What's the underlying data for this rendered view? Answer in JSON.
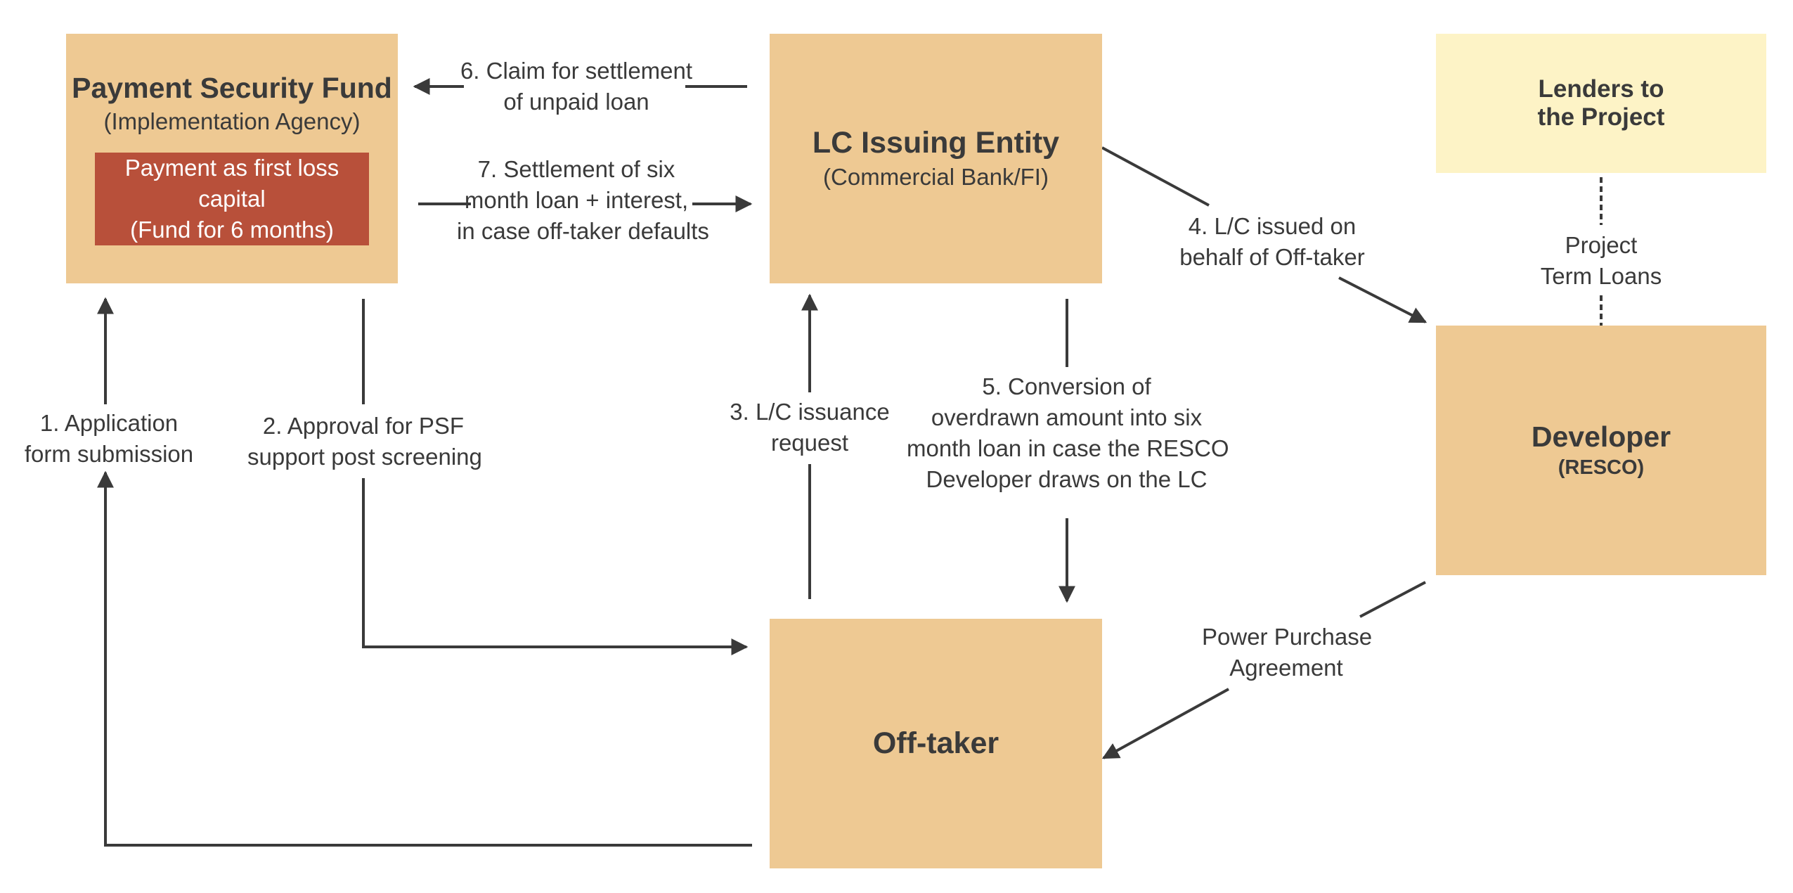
{
  "colors": {
    "box_fill": "#eec993",
    "lender_fill": "#fdf3c6",
    "inner_fill": "#b8503a",
    "arrow": "#3a3a3a",
    "text": "#3a3a3a"
  },
  "boxes": {
    "psf": {
      "title": "Payment Security Fund",
      "subtitle": "(Implementation Agency)",
      "inner_line1": "Payment as first loss capital",
      "inner_line2": "(Fund for 6 months)"
    },
    "lc_entity": {
      "title": "LC Issuing Entity",
      "subtitle": "(Commercial Bank/FI)"
    },
    "lenders": {
      "line1": "Lenders to",
      "line2": "the Project"
    },
    "developer": {
      "title": "Developer",
      "subtitle": "(RESCO)"
    },
    "offtaker": {
      "title": "Off-taker"
    }
  },
  "flows": {
    "f1": {
      "line1": "1. Application",
      "line2": "form submission"
    },
    "f2": {
      "line1": "2. Approval for PSF",
      "line2": "support post screening"
    },
    "f3": {
      "line1": "3. L/C issuance",
      "line2": "request"
    },
    "f4": {
      "line1": "4. L/C issued on",
      "line2": "behalf of Off-taker"
    },
    "f5": {
      "line1": "5.  Conversion of",
      "line2": "overdrawn amount into six",
      "line3": "month loan in case the RESCO",
      "line4": "Developer draws on the LC"
    },
    "f6": {
      "line1": "6. Claim for settlement",
      "line2": "of unpaid loan"
    },
    "f7": {
      "line1": "7. Settlement of six",
      "line2": "month loan + interest,",
      "line3": "in case off-taker defaults"
    },
    "ppa": {
      "line1": "Power Purchase",
      "line2": "Agreement"
    },
    "loans": {
      "line1": "Project",
      "line2": "Term Loans"
    }
  }
}
